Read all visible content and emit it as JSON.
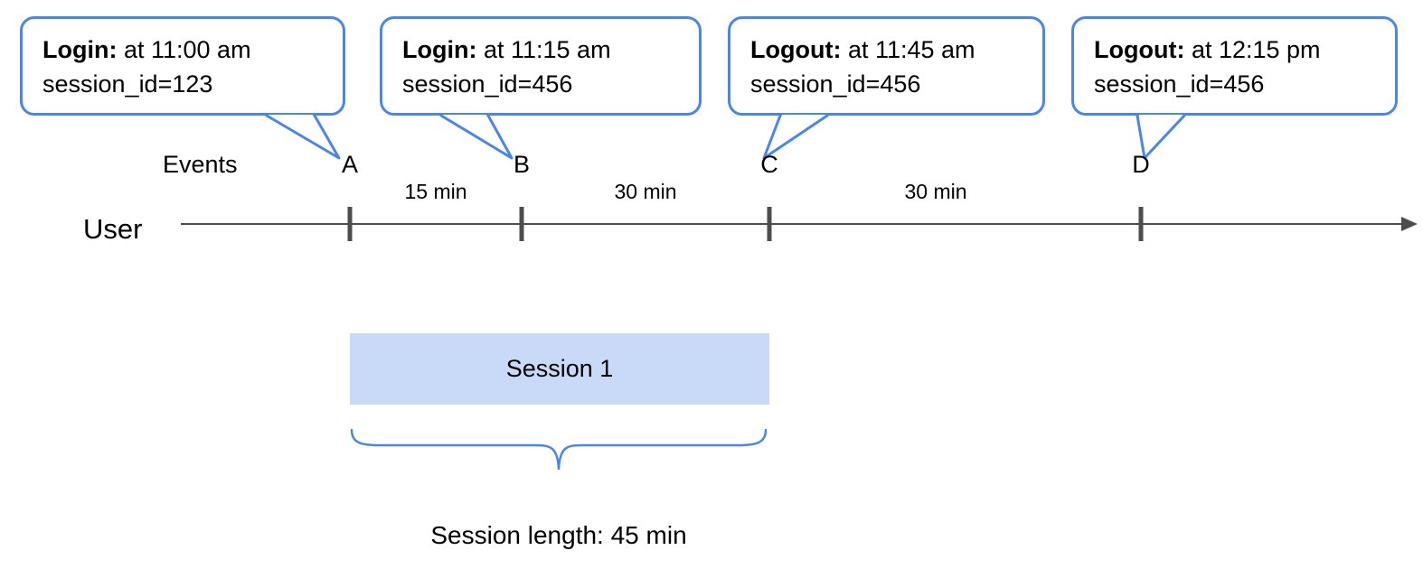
{
  "diagram": {
    "callouts": [
      {
        "event_type": "Login:",
        "time_text": " at 11:00 am",
        "session_text": "session_id=123"
      },
      {
        "event_type": "Login:",
        "time_text": " at 11:15 am",
        "session_text": "session_id=456"
      },
      {
        "event_type": "Logout:",
        "time_text": " at 11:45 am",
        "session_text": "session_id=456"
      },
      {
        "event_type": "Logout:",
        "time_text": " at 12:15 pm",
        "session_text": "session_id=456"
      }
    ],
    "events_label": "Events",
    "user_label": "User",
    "event_markers": [
      "A",
      "B",
      "C",
      "D"
    ],
    "intervals": [
      "15 min",
      "30 min",
      "30 min"
    ],
    "session_box_label": "Session 1",
    "session_length_label": "Session length: 45 min",
    "colors": {
      "callout_border": "#4a86e8",
      "session_fill": "#c9daf8",
      "brace": "#4a86e8",
      "timeline": "#4d4d4d"
    }
  }
}
